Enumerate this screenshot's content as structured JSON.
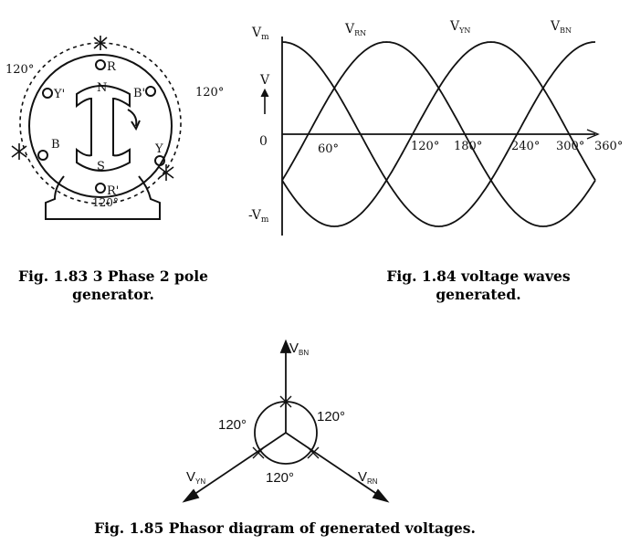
{
  "fig183": {
    "labels": {
      "R": "R",
      "R_prime": "R'",
      "Y": "Y",
      "Y_prime": "Y'",
      "B": "B",
      "B_prime": "B'",
      "N": "N",
      "S": "S"
    },
    "angles": {
      "left": "120°",
      "right": "120°",
      "bottom": "120°"
    },
    "caption_line1": "Fig. 1.83 3 Phase 2 pole",
    "caption_line2": "generator."
  },
  "fig184": {
    "y_labels": {
      "vm_main": "V",
      "vm_sub": "m",
      "v": "V",
      "zero": "0",
      "neg_vm_main": "-V",
      "neg_vm_sub": "m"
    },
    "wave_labels": [
      {
        "main": "V",
        "sub": "RN"
      },
      {
        "main": "V",
        "sub": "YN"
      },
      {
        "main": "V",
        "sub": "BN"
      }
    ],
    "ticks": [
      "60°",
      "120°",
      "180°",
      "240°",
      "300°",
      "360°"
    ],
    "caption_line1": "Fig. 1.84 voltage waves",
    "caption_line2": "generated."
  },
  "fig185": {
    "phasors": [
      {
        "main": "V",
        "sub": "BN"
      },
      {
        "main": "V",
        "sub": "YN"
      },
      {
        "main": "V",
        "sub": "RN"
      }
    ],
    "angles": {
      "left": "120°",
      "right": "120°",
      "bottom": "120°"
    },
    "caption": "Fig. 1.85 Phasor diagram of generated voltages."
  }
}
